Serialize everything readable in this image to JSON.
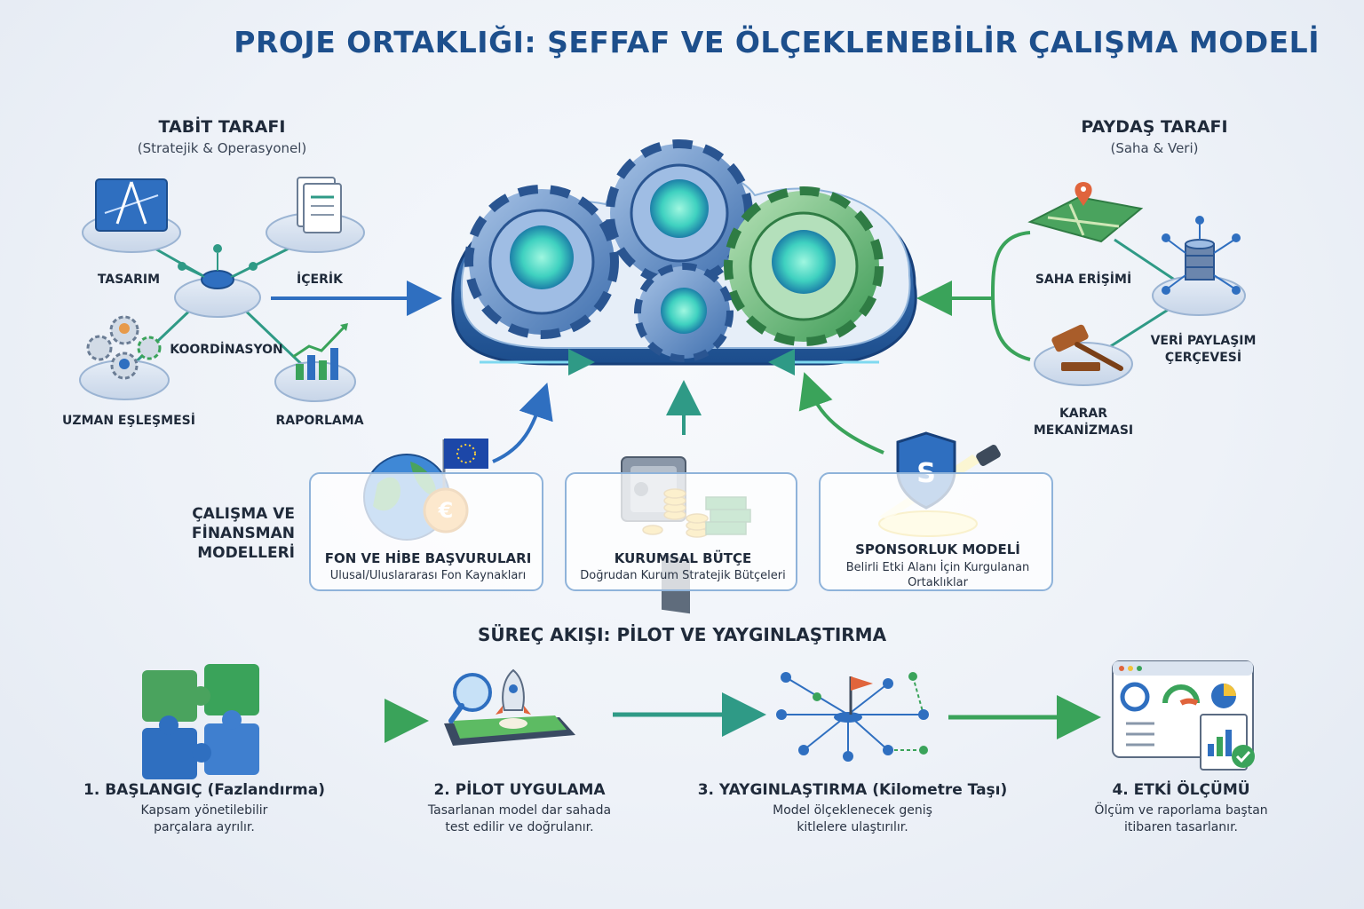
{
  "title": "PROJE ORTAKLIĞI: ŞEFFAF VE ÖLÇEKLENEBİLİR ÇALIŞMA MODELİ",
  "left_side": {
    "title": "TABİT TARAFI",
    "subtitle": "(Stratejik & Operasyonel)",
    "nodes": {
      "tasarim": "TASARIM",
      "icerik": "İÇERİK",
      "koordinasyon": "KOORDİNASYON",
      "uzman": "UZMAN EŞLEŞMESİ",
      "raporlama": "RAPORLAMA"
    }
  },
  "right_side": {
    "title": "PAYDAŞ TARAFI",
    "subtitle": "(Saha & Veri)",
    "nodes": {
      "saha": "SAHA ERİŞİMİ",
      "veri_line1": "VERİ PAYLAŞIM",
      "veri_line2": "ÇERÇEVESİ",
      "karar_line1": "KARAR",
      "karar_line2": "MEKANİZMASI"
    }
  },
  "funding": {
    "section_label_lines": [
      "ÇALIŞMA VE",
      "FİNANSMAN",
      "MODELLERİ"
    ],
    "boxes": [
      {
        "title": "FON VE HİBE BAŞVURULARI",
        "subtitle": "Ulusal/Uluslararası Fon Kaynakları"
      },
      {
        "title": "KURUMSAL BÜTÇE",
        "subtitle": "Doğrudan Kurum Stratejik Bütçeleri"
      },
      {
        "title": "SPONSORLUK MODELİ",
        "subtitle": "Belirli Etki Alanı İçin Kurgulanan Ortaklıklar"
      }
    ]
  },
  "flow": {
    "title": "SÜREÇ AKIŞI: PİLOT VE YAYGINLAŞTIRMA",
    "steps": [
      {
        "title": "1. BAŞLANGIÇ (Fazlandırma)",
        "line1": "Kapsam yönetilebilir",
        "line2": "parçalara ayrılır."
      },
      {
        "title": "2. PİLOT UYGULAMA",
        "line1": "Tasarlanan model dar sahada",
        "line2": "test edilir ve doğrulanır."
      },
      {
        "title": "3. YAYGINLAŞTIRMA (Kilometre Taşı)",
        "line1": "Model ölçeklenecek geniş",
        "line2": "kitlelere ulaştırılır."
      },
      {
        "title": "4. ETKİ ÖLÇÜMÜ",
        "line1": "Ölçüm ve raporlama baştan",
        "line2": "itibaren tasarlanır."
      }
    ]
  },
  "colors": {
    "title": "#1d4f8c",
    "blue": "#2f6fc0",
    "green": "#3aa35a",
    "teal": "#39a08a",
    "box_border": "#8fb3da"
  }
}
